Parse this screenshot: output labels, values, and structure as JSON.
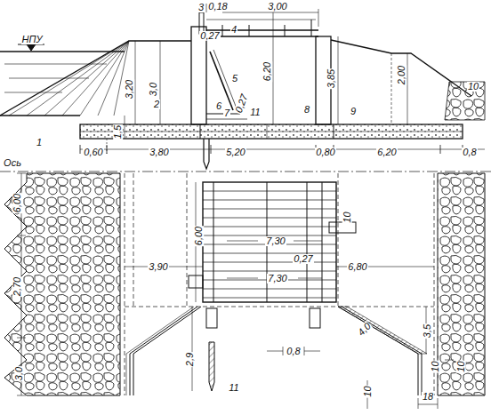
{
  "diagram": {
    "labels": [
      "НПУ",
      "3",
      "0,18",
      "3,00",
      "0,27",
      "4",
      "5",
      "3,20",
      "3,0",
      "6,20",
      "3,85",
      "2,00",
      "2",
      "6",
      "7",
      "0,27",
      "11",
      "8",
      "9",
      "10",
      "1,5",
      "1",
      "0,60",
      "3,80",
      "5,20",
      "0,80",
      "6,20",
      "0,8",
      "Ось",
      "6,00",
      "2,70",
      "3,0",
      "6,00",
      "10",
      "7,30",
      "7,30",
      "0,27",
      "6,80",
      "3,90",
      "4,0",
      "3,5",
      "2,9",
      "11",
      "0,8",
      "10",
      "10",
      "10",
      "18"
    ]
  }
}
